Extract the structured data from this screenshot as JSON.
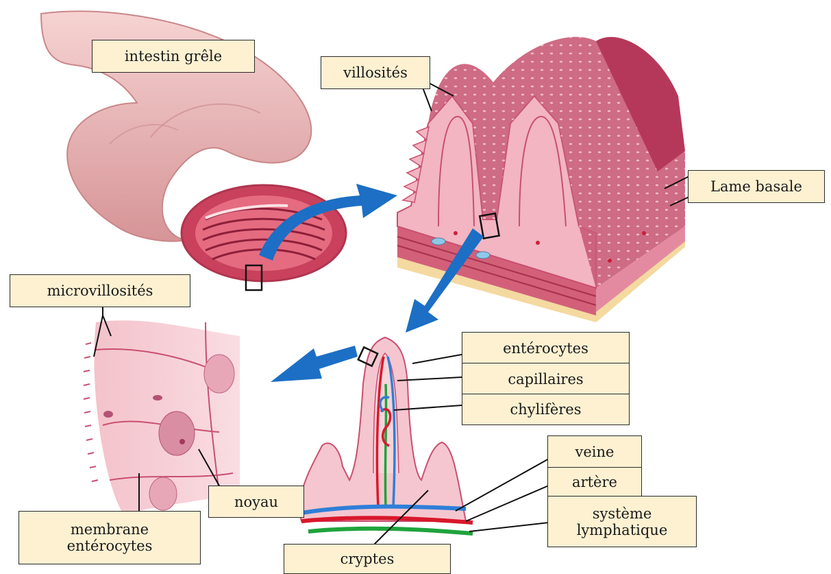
{
  "labels": {
    "intestin_grele": "intestin grêle",
    "villosites": "villosités",
    "lame_basale": "Lame basale",
    "microvillosites": "microvillosités",
    "enterocytes": "entérocytes",
    "capillaires": "capillaires",
    "chyliferes": "chylifères",
    "veine": "veine",
    "artere": "artère",
    "systeme_lymphatique_1": "système",
    "systeme_lymphatique_2": "lymphatique",
    "noyau": "noyau",
    "membrane_enterocytes_1": "membrane",
    "membrane_enterocytes_2": "entérocytes",
    "cryptes": "cryptes"
  },
  "colors": {
    "label_fill": "#fdf1d2",
    "arrow": "#1c6fc4",
    "tissue": "#f2b8c0",
    "tissue_dark": "#c94f70",
    "vein": "#2f7fd8",
    "artery": "#d8182c",
    "lymph": "#1fa33c"
  }
}
